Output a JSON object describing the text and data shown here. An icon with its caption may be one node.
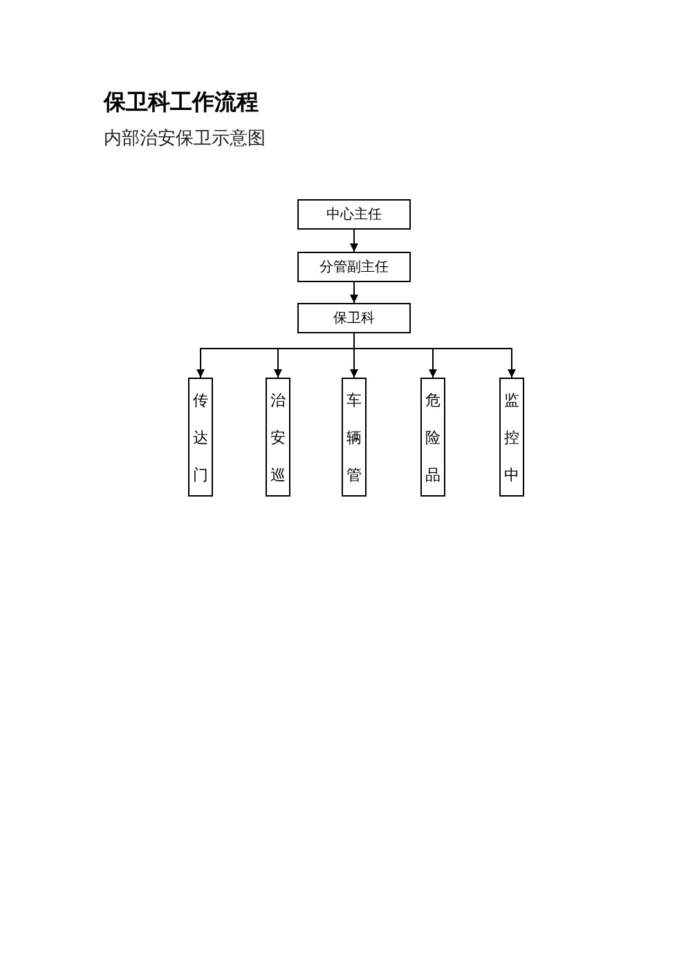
{
  "diagram": {
    "title": "保卫科工作流程",
    "nodes": [
      {
        "text": [
          "中心主任"
        ]
      },
      {
        "text": [
          "分管副主任"
        ]
      },
      {
        "text": [
          "保卫科"
        ]
      },
      {
        "text": [
          "传达门"
        ]
      },
      {
        "text": [
          "治安巡"
        ]
      },
      {
        "text": [
          "车辆管"
        ]
      },
      {
        "text": [
          "危险品"
        ]
      },
      {
        "text": [
          "监控中"
        ]
      }
    ],
    "edges": [
      {
        "from": 0,
        "to": 1,
        "arrow": "to"
      },
      {
        "from": 1,
        "to": 2,
        "arrow": "to"
      },
      {
        "from": 2,
        "to": 3,
        "arrow": "to"
      },
      {
        "from": 2,
        "to": 4,
        "arrow": "to"
      },
      {
        "from": 2,
        "to": 5,
        "arrow": "to"
      },
      {
        "from": 2,
        "to": 6,
        "arrow": "to"
      },
      {
        "from": 2,
        "to": 7,
        "arrow": "to"
      }
    ],
    "labels": [
      "内部治安保卫示意图"
    ]
  }
}
